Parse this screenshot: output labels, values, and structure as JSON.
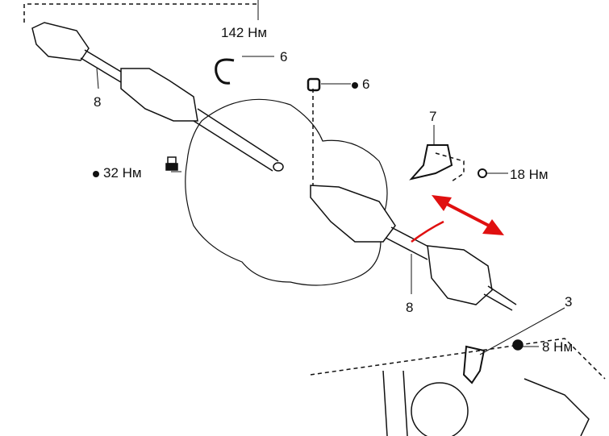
{
  "labels": {
    "torque_142": "142 Нм",
    "part_6_clip": "6",
    "part_8_left": "8",
    "part_6_nut": "6",
    "part_7": "7",
    "torque_32": "32 Нм",
    "torque_18": "18 Нм",
    "part_8_right": "8",
    "part_3": "3",
    "torque_8": "8 Нм"
  },
  "colors": {
    "line": "#111111",
    "arrow": "#e01010"
  }
}
